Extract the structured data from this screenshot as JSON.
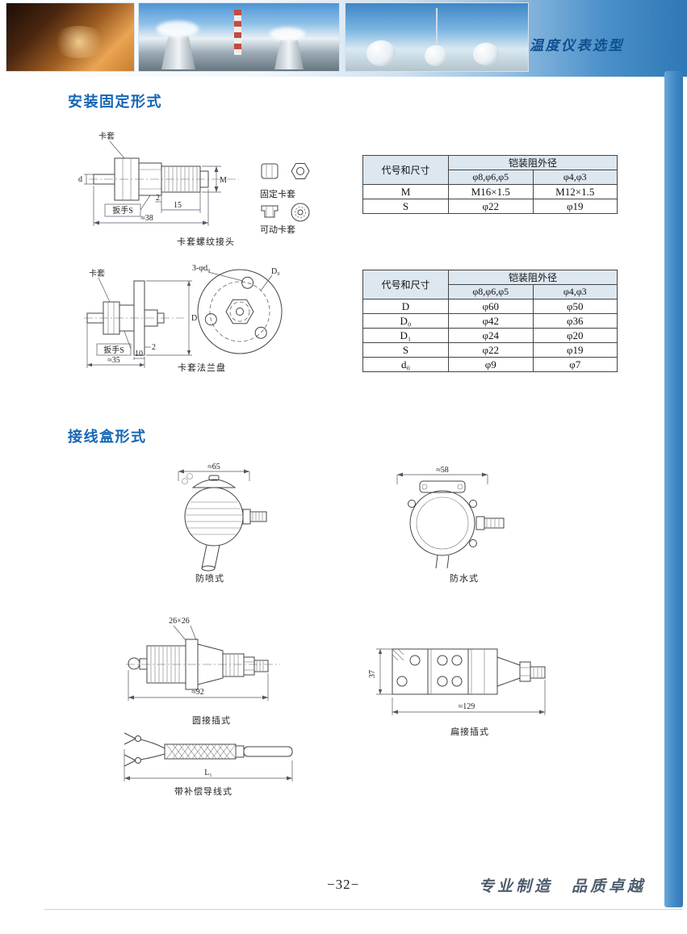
{
  "banner": {
    "title": "温度仪表选型"
  },
  "sections": {
    "mounting": "安装固定形式",
    "junction": "接线盒形式"
  },
  "figures": {
    "ferrule_joint": {
      "caption": "卡套螺纹接头",
      "label_ferrule": "卡套",
      "label_wrench": "扳手S",
      "dim_gap": "2",
      "dim_thread_len": "15",
      "dim_overall": "≈38",
      "dim_thread": "M",
      "dim_probe": "d"
    },
    "ferrule_icons": {
      "fixed": "固定卡套",
      "movable": "可动卡套"
    },
    "ferrule_flange": {
      "caption": "卡套法兰盘",
      "label_ferrule": "卡套",
      "label_wrench": "扳手S",
      "dim_overall": "≈35",
      "dim_10": "10",
      "dim_2": "2",
      "dim_flange": "D",
      "label_holes": "3-φd₀",
      "label_bolt_circle": "D₀"
    },
    "splash_proof": {
      "caption": "防喷式",
      "dim_width": "≈65"
    },
    "water_proof": {
      "caption": "防水式",
      "dim_width": "≈58"
    },
    "round_plug": {
      "caption": "圆接插式",
      "dim_square": "26×26",
      "dim_length": "≈92"
    },
    "flat_plug": {
      "caption": "扁接插式",
      "dim_height": "37",
      "dim_length": "≈129"
    },
    "comp_wire": {
      "caption": "带补偿导线式",
      "dim_length": "L₁"
    }
  },
  "tables": [
    {
      "col_header": "代号和尺寸",
      "span_header": "铠装阻外径",
      "sub1": "φ8,φ6,φ5",
      "sub2": "φ4,φ3",
      "rows": [
        {
          "code": "M",
          "v1": "M16×1.5",
          "v2": "M12×1.5"
        },
        {
          "code": "S",
          "v1": "φ22",
          "v2": "φ19"
        }
      ]
    },
    {
      "col_header": "代号和尺寸",
      "span_header": "铠装阻外径",
      "sub1": "φ8,φ6,φ5",
      "sub2": "φ4,φ3",
      "rows": [
        {
          "code": "D",
          "v1": "φ60",
          "v2": "φ50"
        },
        {
          "code": "D₀",
          "v1": "φ42",
          "v2": "φ36"
        },
        {
          "code": "D₁",
          "v1": "φ24",
          "v2": "φ20"
        },
        {
          "code": "S",
          "v1": "φ22",
          "v2": "φ19"
        },
        {
          "code": "d₀",
          "v1": "φ9",
          "v2": "φ7"
        }
      ]
    }
  ],
  "footer": {
    "page_number": "−32−",
    "slogan": "专业制造　品质卓越"
  }
}
